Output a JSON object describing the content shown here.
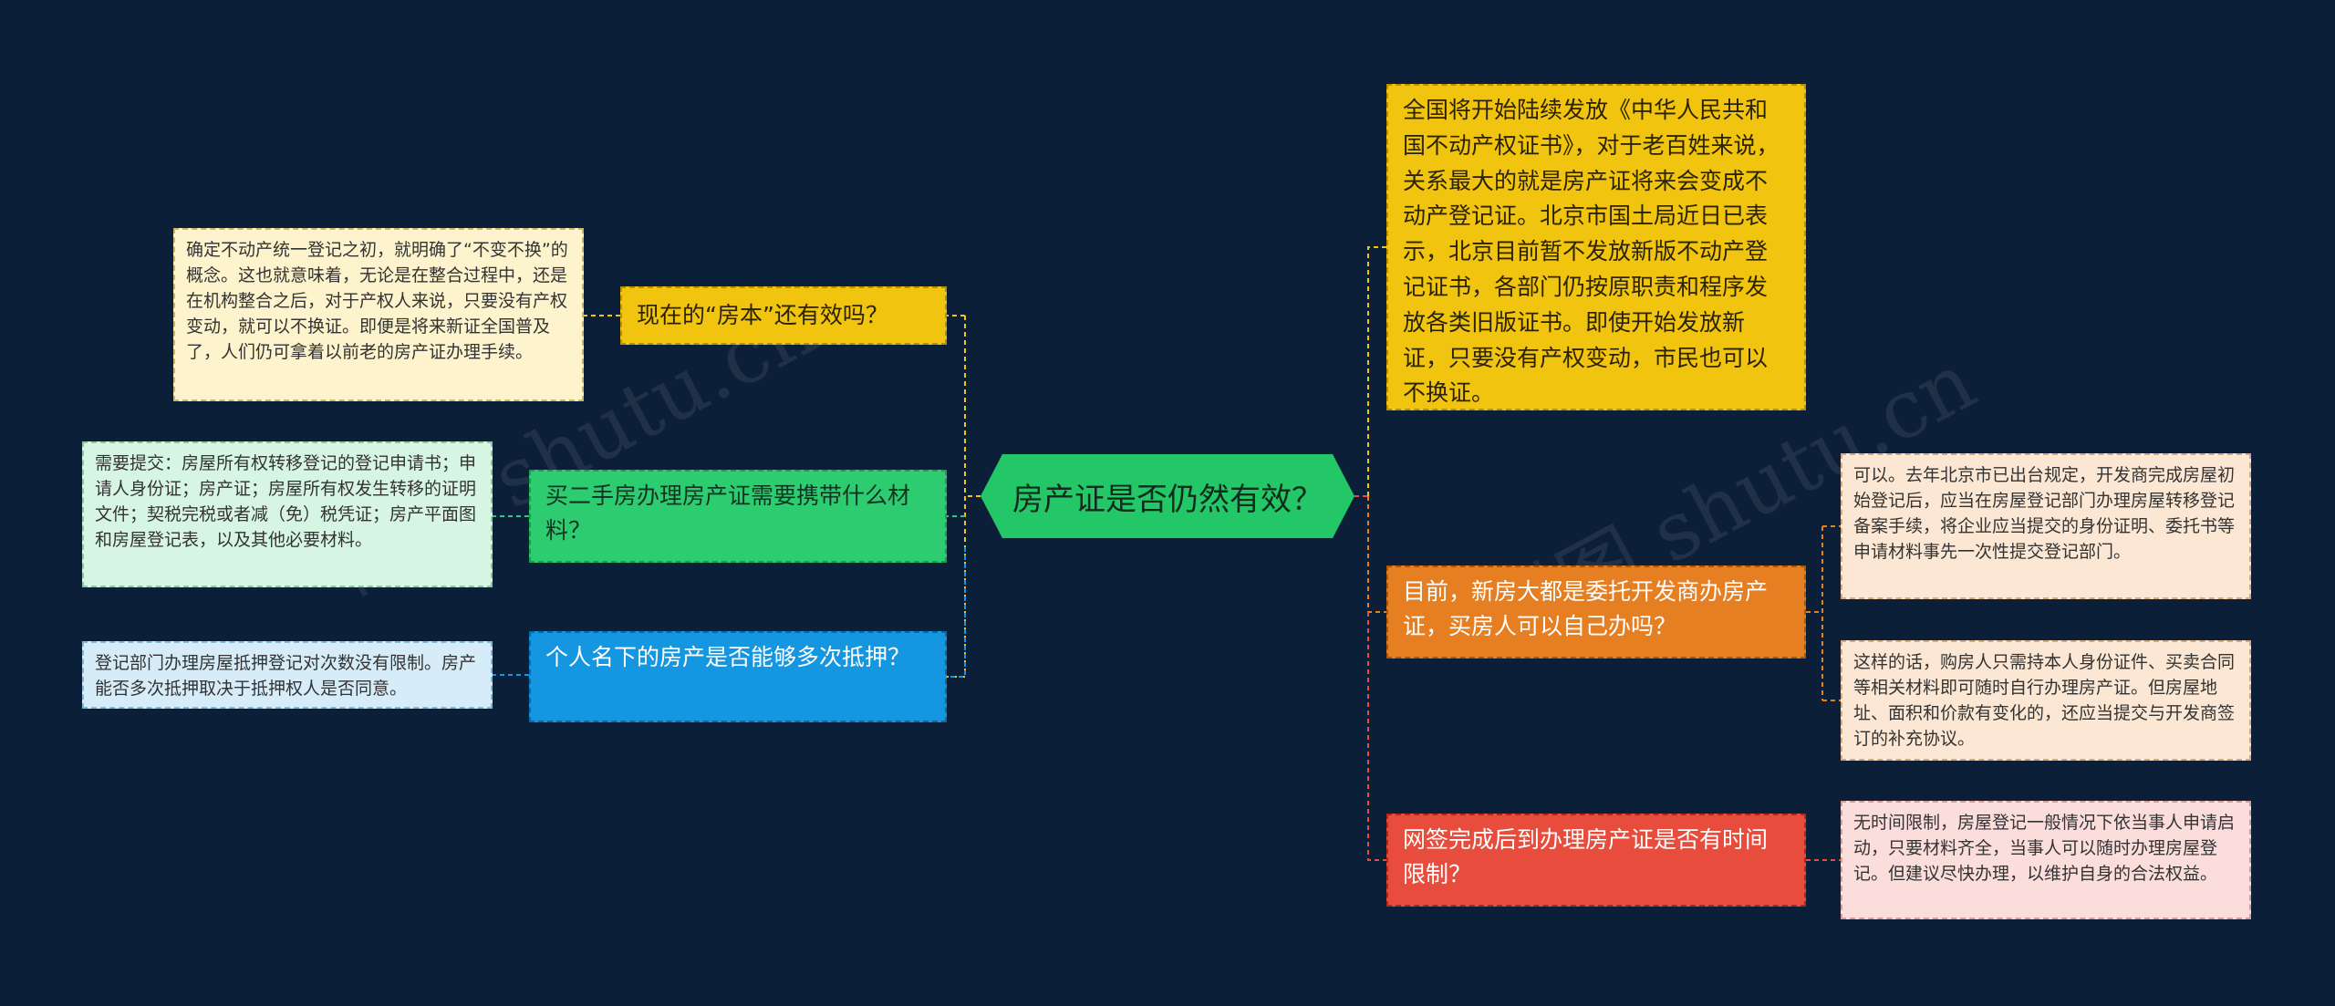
{
  "center": {
    "label": "房产证是否仍然有效？"
  },
  "branches": [
    {
      "label": "现在的“房本”还有效吗？",
      "color": "#f1c40f"
    },
    {
      "label": "买二手房办理房产证需要携带什么材料？",
      "color": "#2ecc71"
    },
    {
      "label": "个人名下的房产是否能够多次抵押？",
      "color": "#1496e0"
    },
    {
      "label": "全国将开始陆续发放《中华人民共和国不动产权证书》，对于老百姓来说，关系最大的就是房产证将来会变成不动产登记证。北京市国土局近日已表示，北京目前暂不发放新版不动产登记证书，各部门仍按原职责和程序发放各类旧版证书。即使开始发放新证，只要没有产权变动，市民也可以不换证。",
      "color": "#f1c40f"
    },
    {
      "label": "目前，新房大都是委托开发商办房产证，买房人可以自己办吗？",
      "color": "#e67e22"
    },
    {
      "label": "网签完成后到办理房产证是否有时间限制？",
      "color": "#e74c3c"
    }
  ],
  "leaves": [
    {
      "text": "确定不动产统一登记之初，就明确了“不变不换”的概念。这也就意味着，无论是在整合过程中，还是在机构整合之后，对于产权人来说，只要没有产权变动，就可以不换证。即便是将来新证全国普及了，人们仍可拿着以前老的房产证办理手续。"
    },
    {
      "text": "需要提交：房屋所有权转移登记的登记申请书；申请人身份证；房产证；房屋所有权发生转移的证明文件；契税完税或者减（免）税凭证；房产平面图和房屋登记表，以及其他必要材料。"
    },
    {
      "text": "登记部门办理房屋抵押登记对次数没有限制。房产能否多次抵押取决于抵押权人是否同意。"
    },
    {
      "text": "可以。去年北京市已出台规定，开发商完成房屋初始登记后，应当在房屋登记部门办理房屋转移登记备案手续，将企业应当提交的身份证明、委托书等申请材料事先一次性提交登记部门。"
    },
    {
      "text": "这样的话，购房人只需持本人身份证件、买卖合同等相关材料即可随时自行办理房产证。但房屋地址、面积和价款有变化的，还应当提交与开发商签订的补充协议。"
    },
    {
      "text": "无时间限制，房屋登记一般情况下依当事人申请启动，只要材料齐全，当事人可以随时办理房屋登记。但建议尽快办理，以维护自身的合法权益。"
    }
  ],
  "watermark": "树图 shutu.cn",
  "colors": {
    "background": "#0c1f38",
    "center": "#24c768"
  }
}
